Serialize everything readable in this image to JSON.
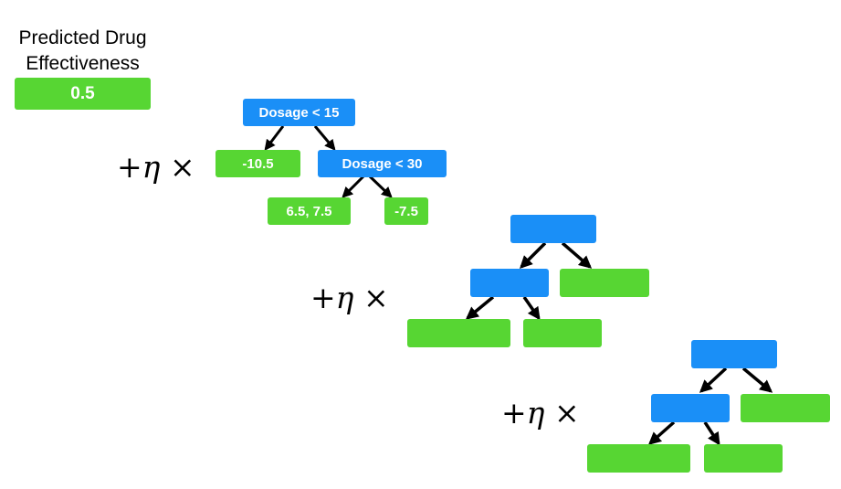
{
  "initial_prediction": {
    "caption_line1": "Predicted Drug",
    "caption_line2": "Effectiveness",
    "value": "0.5"
  },
  "operator": {
    "plus": "+",
    "eta": "η",
    "times": "×"
  },
  "trees": [
    {
      "root": "Dosage < 15",
      "left_leaf": "-10.5",
      "inner_split": "Dosage < 30",
      "inner_left_leaf": "6.5, 7.5",
      "inner_right_leaf": "-7.5"
    },
    {
      "root": "",
      "left_leaf": "",
      "inner_split": "",
      "inner_left_leaf": "",
      "inner_right_leaf": ""
    },
    {
      "root": "",
      "left_leaf": "",
      "inner_split": "",
      "inner_left_leaf": "",
      "inner_right_leaf": ""
    }
  ],
  "colors": {
    "leaf": "#57d633",
    "split": "#1a8ff7",
    "arrow": "#000000",
    "text_on_box": "#ffffff"
  }
}
